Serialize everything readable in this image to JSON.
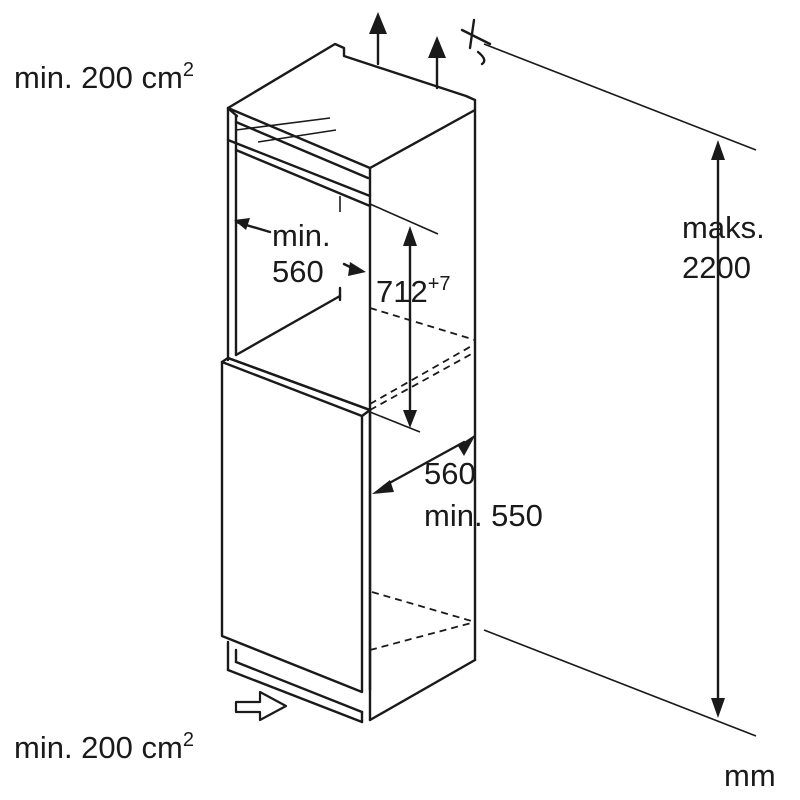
{
  "labels": {
    "vent_top": "min. 200 cm",
    "vent_top_sup": "2",
    "vent_bottom": "min. 200 cm",
    "vent_bottom_sup": "2",
    "inner_width_line1": "min.",
    "inner_width_line2": "560",
    "niche_height": "712",
    "niche_height_sup": "+7",
    "depth_line1": "560",
    "depth_line2": "min. 550",
    "max_height_line1": "maks.",
    "max_height_line2": "2200",
    "unit": "mm"
  }
}
